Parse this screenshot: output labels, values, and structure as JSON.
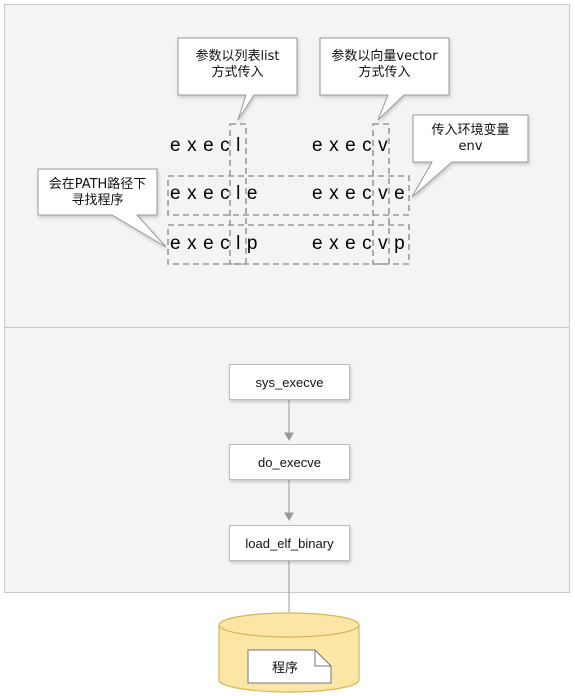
{
  "top": {
    "calls": {
      "execl": "execl",
      "execle": "execle",
      "execlp": "execlp",
      "execv": "execv",
      "execve": "execve",
      "execvp": "execvp"
    },
    "callouts": {
      "list": [
        "参数以列表list",
        "方式传入"
      ],
      "vector": [
        "参数以向量vector",
        "方式传入"
      ],
      "env": [
        "传入环境变量",
        "env"
      ],
      "path": [
        "会在PATH路径下",
        "寻找程序"
      ]
    }
  },
  "bottom": {
    "flow": [
      "sys_execve",
      "do_execve",
      "load_elf_binary"
    ],
    "storage_label": "程序"
  },
  "colors": {
    "panel_bg": "#f4f4f4",
    "dashed": "#9a9a9a",
    "arrow": "#9a9a9a",
    "cylinder_fill": "#fbe6a6",
    "cylinder_stroke": "#d6b656"
  }
}
